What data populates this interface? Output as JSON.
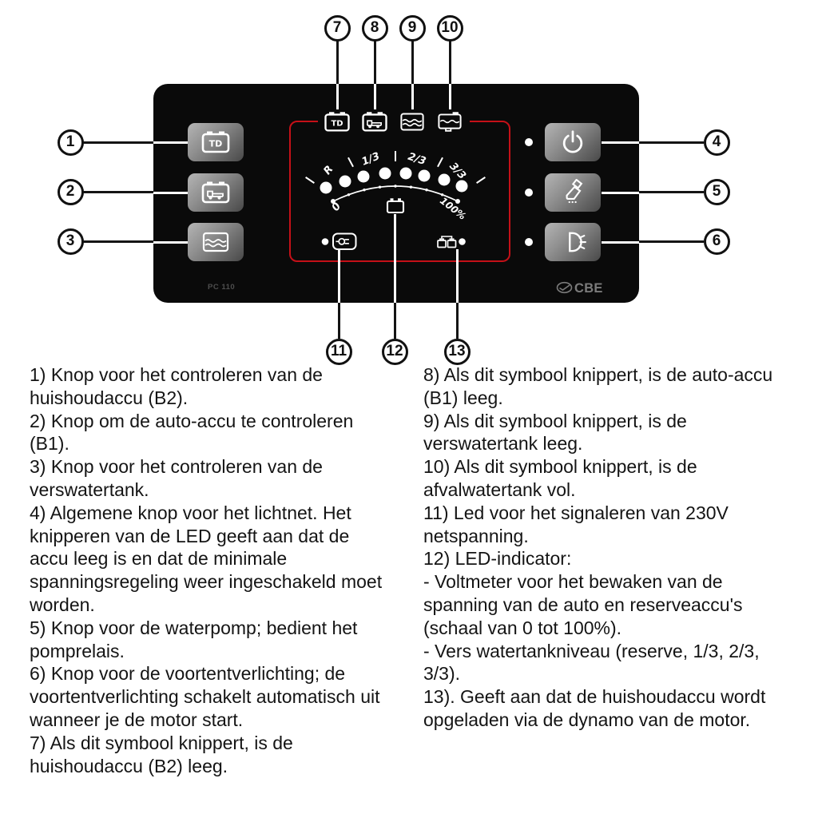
{
  "device": {
    "model": "PC 110",
    "brand": "CBE",
    "left_buttons": [
      {
        "icon": "household-battery-b2"
      },
      {
        "icon": "vehicle-battery-b1"
      },
      {
        "icon": "fresh-water-tank"
      }
    ],
    "right_buttons": [
      {
        "icon": "power"
      },
      {
        "icon": "water-pump"
      },
      {
        "icon": "awning-light"
      }
    ],
    "top_indicators": [
      "household-battery-b2",
      "vehicle-battery-b1",
      "fresh-water-tank",
      "waste-water-tank"
    ],
    "bottom_indicators": [
      "mains-230v",
      "battery-charging"
    ]
  },
  "gauge": {
    "scale_labels": {
      "r": "R",
      "t13": "1/3",
      "t23": "2/3",
      "t33": "3/3"
    },
    "min_label": "0",
    "max_label": "100%"
  },
  "callouts": {
    "labels": [
      "1",
      "2",
      "3",
      "4",
      "5",
      "6",
      "7",
      "8",
      "9",
      "10",
      "11",
      "12",
      "13"
    ]
  },
  "legend": {
    "left_lines": [
      "1) Knop voor het controleren van de",
      "huishoudaccu (B2).",
      "2) Knop om de auto-accu te controleren",
      "(B1).",
      "3) Knop voor het controleren van de",
      "verswatertank.",
      "4) Algemene knop voor het lichtnet. Het",
      "knipperen van de LED geeft aan dat de",
      "accu leeg is en dat de minimale",
      "spanningsregeling weer ingeschakeld moet",
      "worden.",
      "5) Knop voor de waterpomp; bedient het",
      "pomprelais.",
      "6) Knop voor de voortentverlichting; de",
      "voortentverlichting schakelt automatisch uit",
      "wanneer je de motor start.",
      "7) Als dit symbool knippert, is de",
      "huishoudaccu (B2) leeg."
    ],
    "right_lines": [
      "8) Als dit symbool knippert, is de auto-accu",
      "(B1) leeg.",
      "9) Als dit symbool knippert, is de",
      "verswatertank leeg.",
      "10) Als dit symbool knippert, is de",
      "afvalwatertank vol.",
      "11) Led voor het signaleren van 230V",
      "netspanning.",
      "12) LED-indicator:",
      "- Voltmeter voor het bewaken van de",
      "spanning van de auto en reserveaccu's",
      "(schaal van 0 tot 100%).",
      "- Vers watertankniveau (reserve, 1/3, 2/3,",
      "3/3).",
      "13). Geeft aan dat de huishoudaccu wordt",
      "opgeladen via de dynamo van de motor."
    ]
  }
}
